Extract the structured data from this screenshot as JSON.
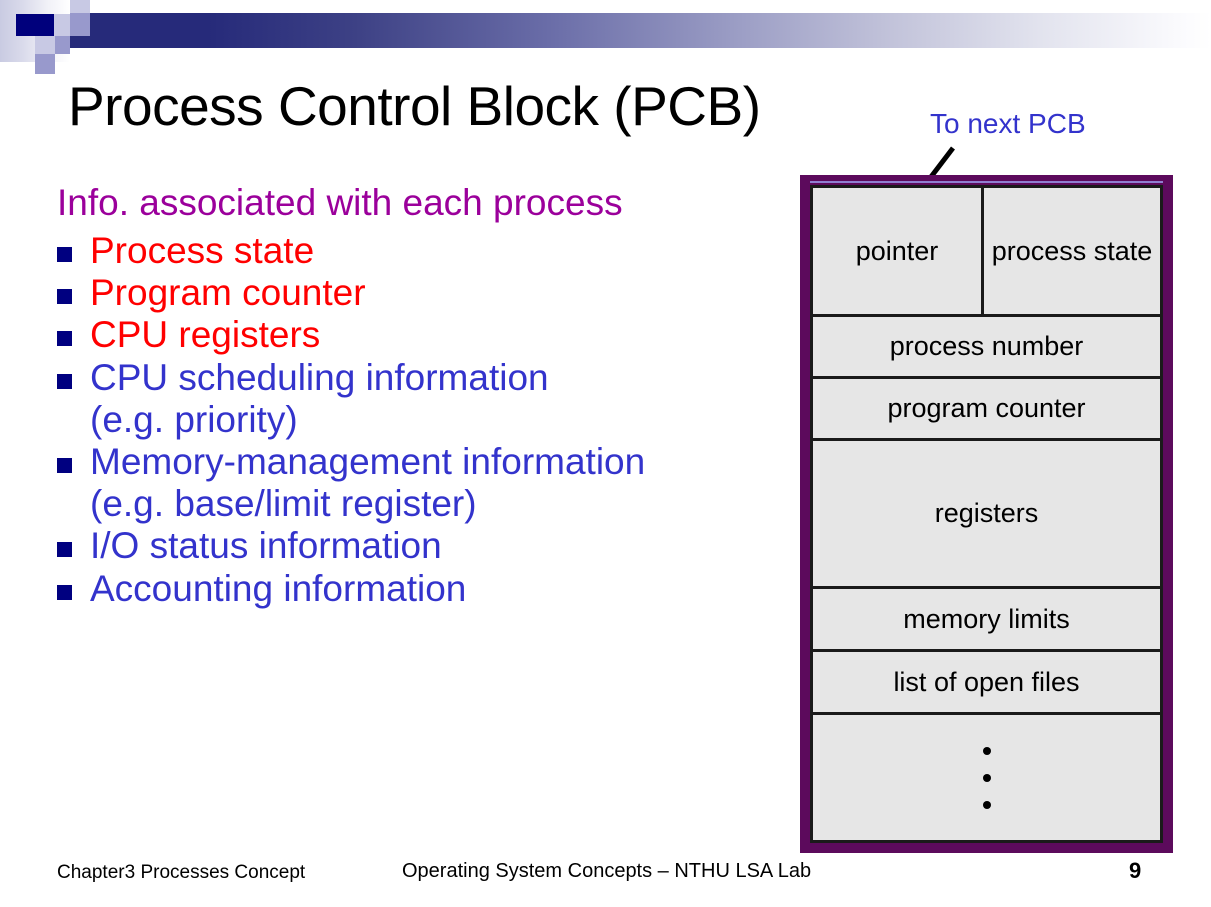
{
  "slide": {
    "title": "Process Control Block (PCB)",
    "lead": "Info. associated with each process",
    "bullets": [
      {
        "text": "Process state",
        "color": "red"
      },
      {
        "text": "Program counter",
        "color": "red"
      },
      {
        "text": "CPU registers",
        "color": "red"
      },
      {
        "text": "CPU scheduling information",
        "color": "blue",
        "continuation": "(e.g. priority)"
      },
      {
        "text": "Memory-management information",
        "color": "blue",
        "continuation": "(e.g. base/limit register)"
      },
      {
        "text": "I/O status information",
        "color": "blue"
      },
      {
        "text": "Accounting information",
        "color": "blue"
      }
    ]
  },
  "diagram": {
    "annotation": "To next PCB",
    "rows": {
      "pointer": "pointer",
      "process_state": "process state",
      "process_number": "process number",
      "program_counter": "program counter",
      "registers": "registers",
      "memory_limits": "memory limits",
      "list_of_open_files": "list of open files"
    }
  },
  "footer": {
    "left": "Chapter3 Processes Concept",
    "center": "Operating System Concepts – NTHU LSA Lab",
    "page": "9"
  },
  "colors": {
    "title": "#000000",
    "lead": "#9b009b",
    "bullet_red": "#ff0000",
    "bullet_blue": "#3333cc",
    "marker_navy": "#000080",
    "pcb_border_purple": "#5c0a5c",
    "pcb_fill": "#e6e6e6",
    "header_navy": "#262a7a"
  }
}
